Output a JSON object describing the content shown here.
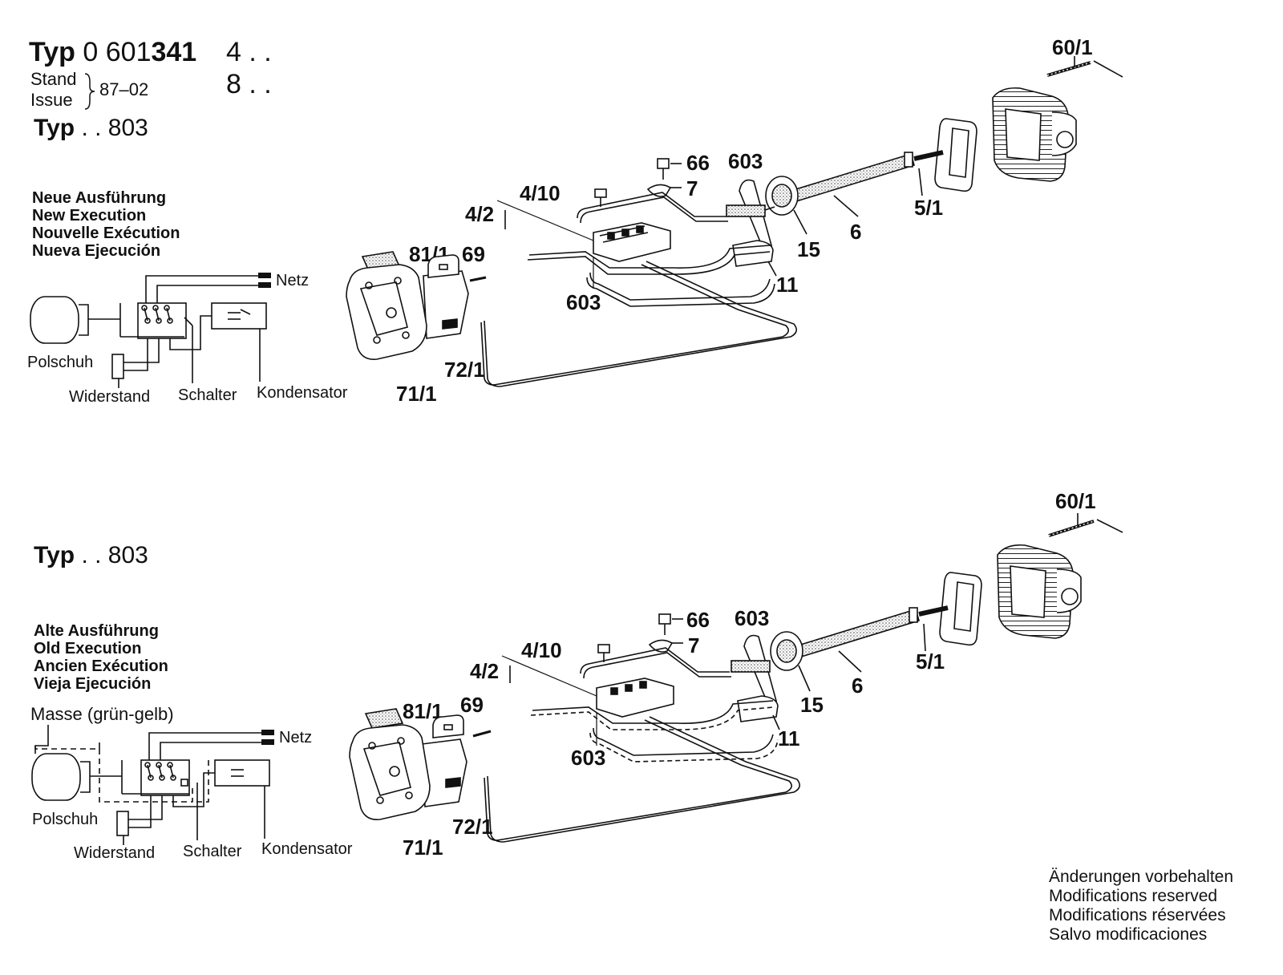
{
  "header": {
    "typ_word": "Typ",
    "typ_number_light": "0 601",
    "typ_number_bold": "341",
    "suffix_1": "4 . .",
    "suffix_2": "8 . .",
    "stand": "Stand",
    "issue": "Issue",
    "date": "87–02"
  },
  "section_top": {
    "typ_word": "Typ",
    "typ_suffix": ". . 803",
    "execution_lines": [
      "Neue Ausführung",
      "New Execution",
      "Nouvelle Exécution",
      "Nueva Ejecución"
    ],
    "schematic": {
      "netz": "Netz",
      "polschuh": "Polschuh",
      "widerstand": "Widerstand",
      "schalter": "Schalter",
      "kondensator": "Kondensator"
    },
    "parts": {
      "p60_1": "60/1",
      "p66": "66",
      "p603a": "603",
      "p7": "7",
      "p4_10": "4/10",
      "p4_2": "4/2",
      "p5_1": "5/1",
      "p6": "6",
      "p15": "15",
      "p11": "11",
      "p81_1": "81/1",
      "p69": "69",
      "p603b": "603",
      "p72_1": "72/1",
      "p71_1": "71/1"
    }
  },
  "section_bottom": {
    "typ_word": "Typ",
    "typ_suffix": ". . 803",
    "execution_lines": [
      "Alte Ausführung",
      "Old Execution",
      "Ancien Exécution",
      "Vieja Ejecución"
    ],
    "schematic": {
      "masse": "Masse (grün-gelb)",
      "netz": "Netz",
      "polschuh": "Polschuh",
      "widerstand": "Widerstand",
      "schalter": "Schalter",
      "kondensator": "Kondensator"
    },
    "parts": {
      "p60_1": "60/1",
      "p66": "66",
      "p603a": "603",
      "p7": "7",
      "p4_10": "4/10",
      "p4_2": "4/2",
      "p5_1": "5/1",
      "p6": "6",
      "p15": "15",
      "p11": "11",
      "p81_1": "81/1",
      "p69": "69",
      "p603b": "603",
      "p72_1": "72/1",
      "p71_1": "71/1"
    }
  },
  "footer": {
    "lines": [
      "Änderungen vorbehalten",
      "Modifications reserved",
      "Modifications réservées",
      "Salvo modificaciones"
    ]
  }
}
